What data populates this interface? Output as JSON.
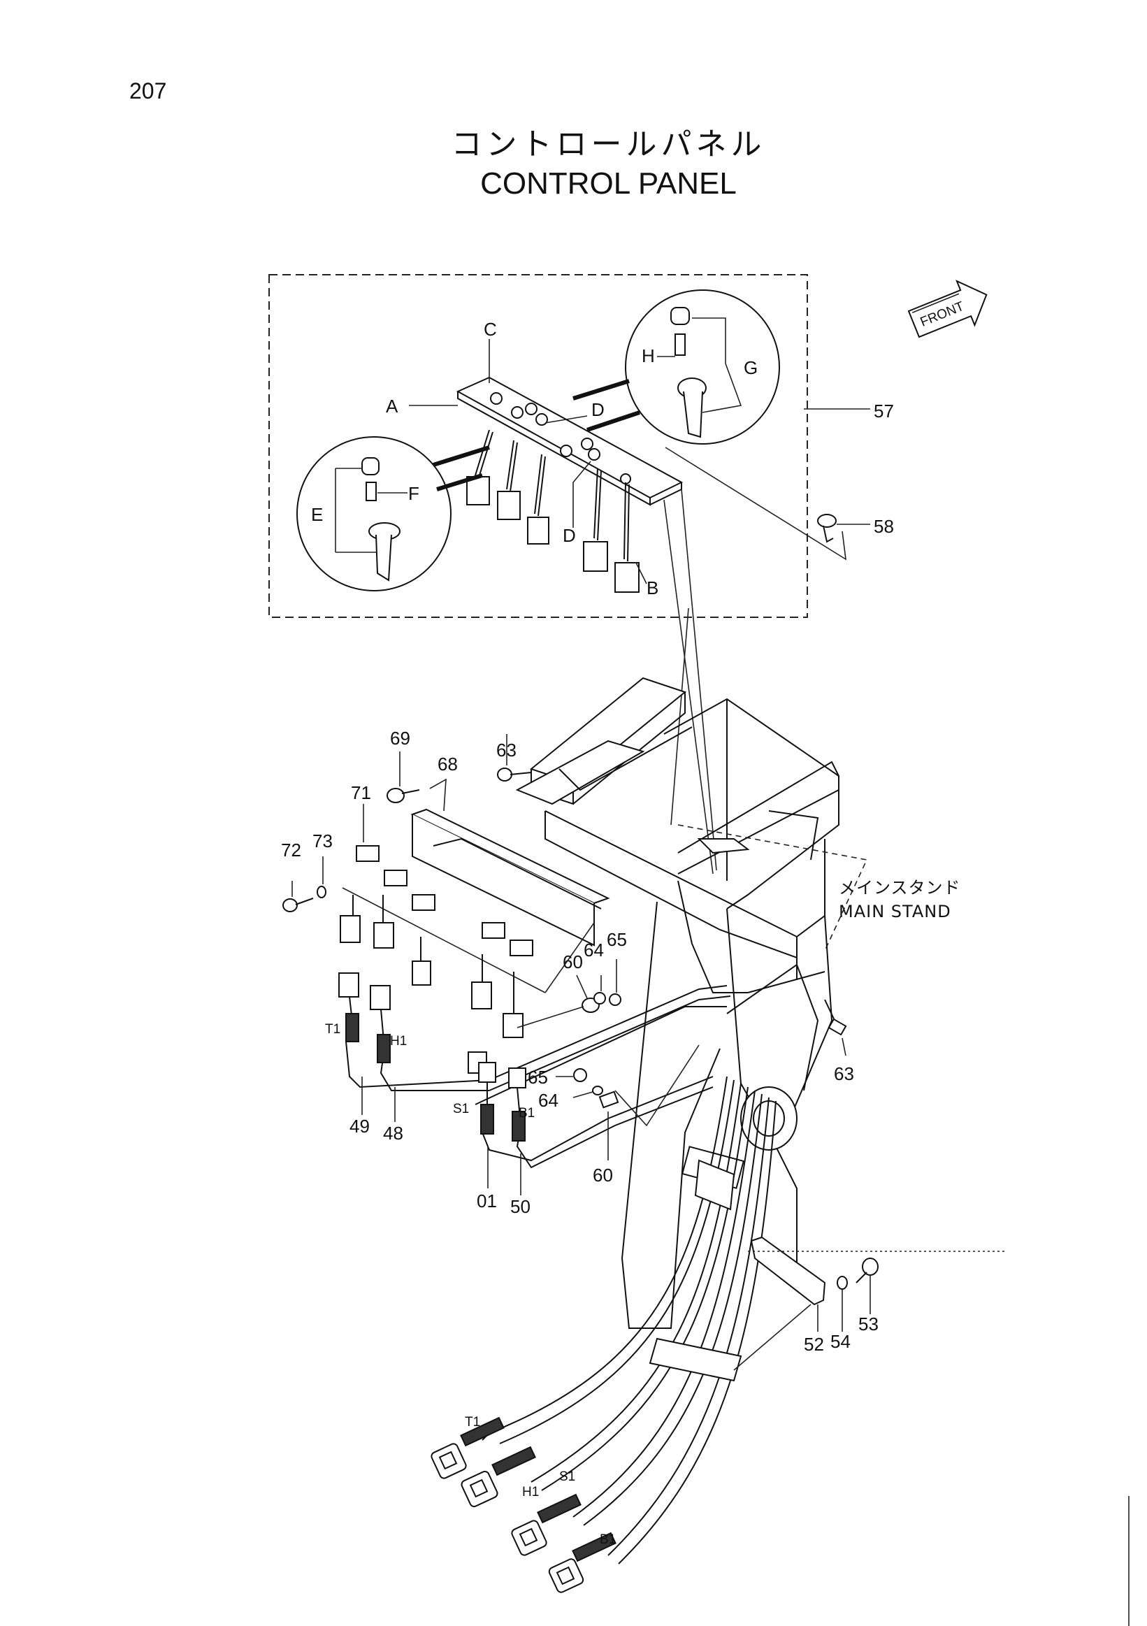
{
  "page": {
    "number": "207"
  },
  "title": {
    "japanese": "コントロールパネル",
    "english": "CONTROL PANEL"
  },
  "front_indicator": "FRONT",
  "main_stand_label": {
    "japanese": "メインスタンド",
    "english": "MAIN STAND"
  },
  "callouts": {
    "A": "A",
    "B": "B",
    "C": "C",
    "D1": "D",
    "D2": "D",
    "E": "E",
    "F": "F",
    "G": "G",
    "H": "H",
    "p57": "57",
    "p58": "58",
    "p69": "69",
    "p68": "68",
    "p63a": "63",
    "p63b": "63",
    "p71": "71",
    "p73": "73",
    "p72": "72",
    "p60a": "60",
    "p64a": "64",
    "p65a": "65",
    "p65b": "65",
    "p64b": "64",
    "p60b": "60",
    "p49": "49",
    "p48": "48",
    "p01": "01",
    "p50": "50",
    "p52": "52",
    "p54": "54",
    "p53": "53"
  },
  "connector_labels": {
    "T1_top": "T1",
    "H1_top": "H1",
    "S1_top": "S1",
    "B1_top": "B1",
    "T1_bottom": "T1",
    "H1_bottom": "H1",
    "S1_bottom": "S1",
    "B1_bottom": "B1"
  }
}
